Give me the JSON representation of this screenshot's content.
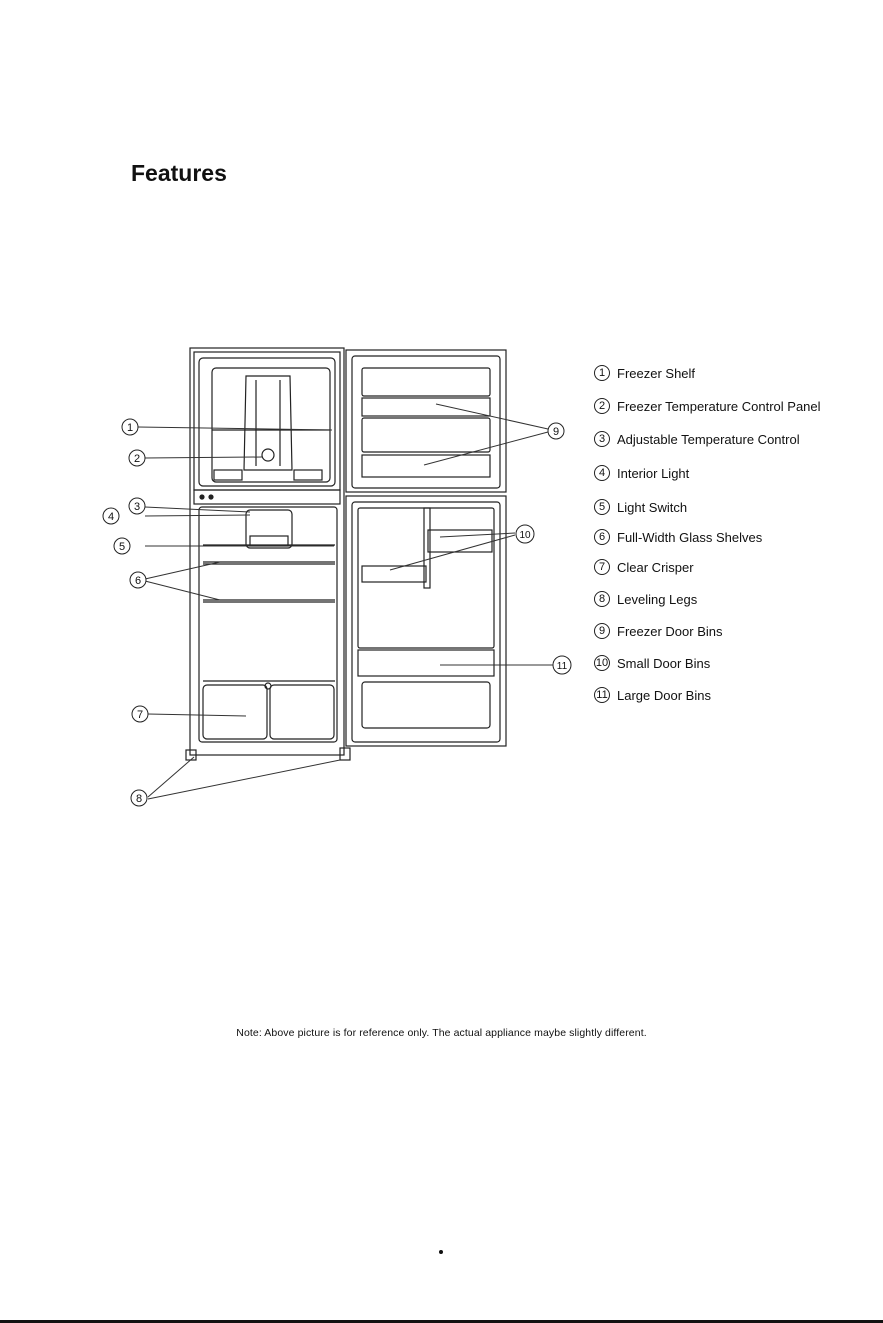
{
  "page": {
    "title": "Features",
    "note": "Note: Above picture is for reference only. The actual appliance maybe slightly different."
  },
  "callouts": [
    "1",
    "2",
    "3",
    "4",
    "5",
    "6",
    "7",
    "8",
    "9",
    "10",
    "11"
  ],
  "legend": [
    {
      "num": "1",
      "label": "Freezer Shelf"
    },
    {
      "num": "2",
      "label": "Freezer Temperature Control Panel"
    },
    {
      "num": "3",
      "label": "Adjustable Temperature Control"
    },
    {
      "num": "4",
      "label": "Interior Light"
    },
    {
      "num": "5",
      "label": "Light Switch"
    },
    {
      "num": "6",
      "label": "Full-Width Glass Shelves"
    },
    {
      "num": "7",
      "label": "Clear Crisper"
    },
    {
      "num": "8",
      "label": "Leveling Legs"
    },
    {
      "num": "9",
      "label": "Freezer Door Bins"
    },
    {
      "num": "10",
      "label": "Small Door Bins"
    },
    {
      "num": "11",
      "label": "Large Door Bins"
    }
  ]
}
